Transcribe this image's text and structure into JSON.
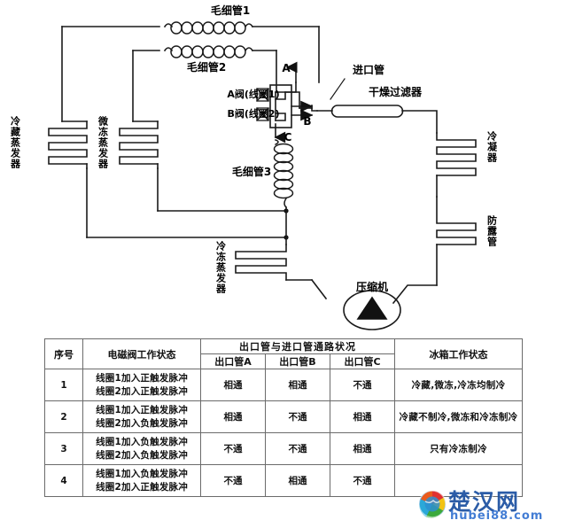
{
  "diagram": {
    "title": "Refrigerator refrigeration circuit with electromagnetic valve",
    "labels": {
      "capillary1": "毛细管1",
      "capillary2": "毛细管2",
      "capillary3": "毛细管3",
      "valve_a": "A阀(线圈1)",
      "valve_b": "B阀(线圈2)",
      "port_a": "A",
      "port_b": "B",
      "port_c": "C",
      "inlet_pipe": "进口管",
      "dryer_filter": "干燥过滤器",
      "condenser": "冷凝器",
      "anti_dew_pipe": "防露管",
      "compressor": "压缩机",
      "fridge_evaporator": "冷藏蒸发器",
      "micro_freeze_evaporator": "微冻蒸发器",
      "freezer_evaporator": "冷冻蒸发器"
    }
  },
  "table": {
    "headers": {
      "no": "序号",
      "valve_state": "电磁阀工作状态",
      "port_group": "出口管与进口管通路状况",
      "port_a": "出口管A",
      "port_b": "出口管B",
      "port_c": "出口管C",
      "fridge_state": "冰箱工作状态"
    },
    "rows": [
      {
        "no": "1",
        "valve_line1": "线圈1加入正触发脉冲",
        "valve_line2": "线圈2加入正触发脉冲",
        "port_a": "相通",
        "port_b": "相通",
        "port_c": "不通",
        "fridge_state": "冷藏,微冻,冷冻均制冷"
      },
      {
        "no": "2",
        "valve_line1": "线圈1加入正触发脉冲",
        "valve_line2": "线圈2加入负触发脉冲",
        "port_a": "相通",
        "port_b": "不通",
        "port_c": "相通",
        "fridge_state": "冷藏不制冷,微冻和冷冻制冷"
      },
      {
        "no": "3",
        "valve_line1": "线圈1加入负触发脉冲",
        "valve_line2": "线圈2加入负触发脉冲",
        "port_a": "不通",
        "port_b": "不通",
        "port_c": "相通",
        "fridge_state": "只有冷冻制冷"
      },
      {
        "no": "4",
        "valve_line1": "线圈1加入负触发脉冲",
        "valve_line2": "线圈2加入正触发脉冲",
        "port_a": "不通",
        "port_b": "相通",
        "port_c": "不通",
        "fridge_state": ""
      }
    ]
  },
  "watermark": {
    "text": "楚汉网",
    "url": "hubei88.com"
  },
  "colors": {
    "line": "#1a1a1a",
    "table_border": "#6b6b6b",
    "watermark_text": "#1a4fa0",
    "watermark_url": "#2f6fd0"
  }
}
